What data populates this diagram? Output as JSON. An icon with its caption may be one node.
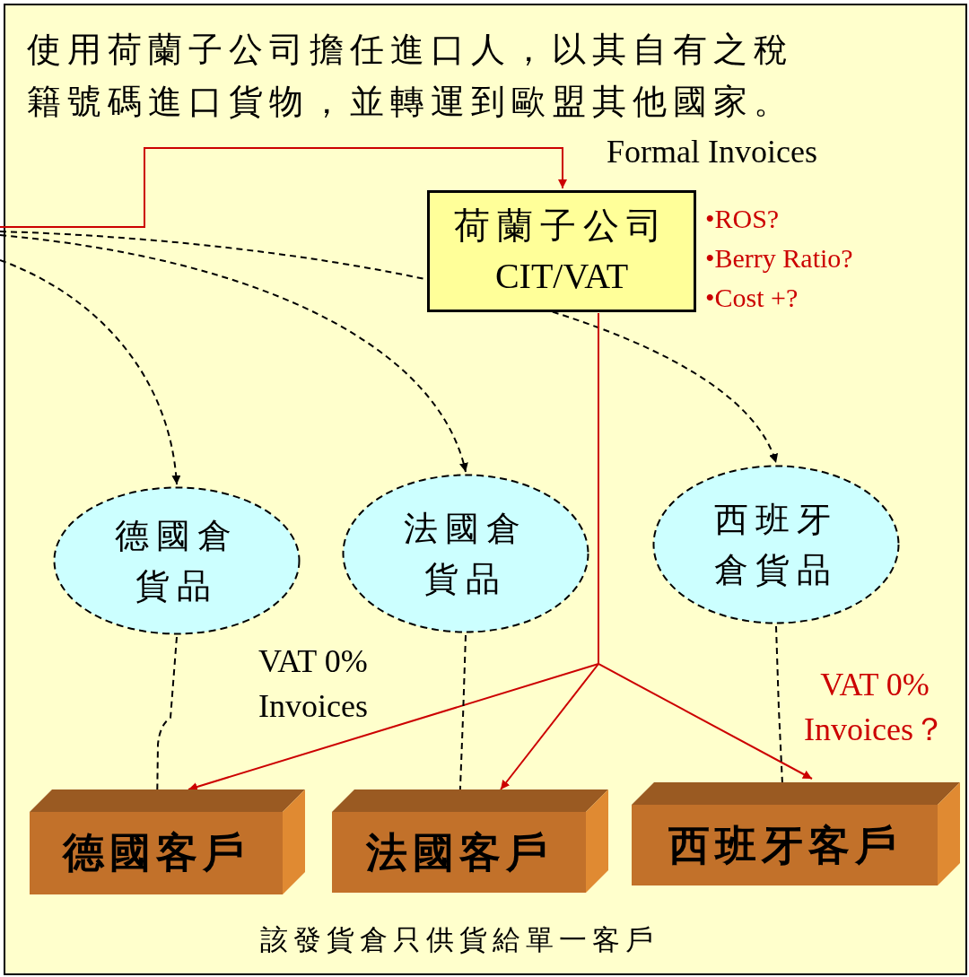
{
  "diagram": {
    "title": "使用荷蘭子公司擔任進口人，以其自有之稅籍號碼進口貨物，並轉運到歐盟其他國家。",
    "caption": "該發貨倉只供貨給單一客戶",
    "nodes": [
      {
        "text": [
          "荷蘭子公司",
          "CIT/VAT"
        ],
        "beside": [
          "•ROS?",
          "•Berry Ratio?",
          "•Cost +?"
        ]
      },
      {
        "text": [
          "德國倉貨品"
        ]
      },
      {
        "text": [
          "法國倉貨品"
        ]
      },
      {
        "text": [
          "西班牙倉貨品"
        ]
      },
      {
        "text": [
          "德國客戶"
        ]
      },
      {
        "text": [
          "法國客戶"
        ]
      },
      {
        "text": [
          "西班牙客戶"
        ]
      }
    ],
    "edges": [
      {
        "from": null,
        "to": 0,
        "arrow": "to",
        "color": "#cc0000",
        "label": "Formal Invoices"
      },
      {
        "from": null,
        "to": 1,
        "arrow": "to",
        "style": "dashed"
      },
      {
        "from": null,
        "to": 2,
        "arrow": "to",
        "style": "dashed"
      },
      {
        "from": null,
        "to": 3,
        "arrow": "to",
        "style": "dashed"
      },
      {
        "from": 0,
        "to": 4,
        "arrow": "to",
        "color": "#cc0000"
      },
      {
        "from": 0,
        "to": 5,
        "arrow": "to",
        "color": "#cc0000"
      },
      {
        "from": 0,
        "to": 6,
        "arrow": "to",
        "color": "#cc0000"
      },
      {
        "from": 1,
        "to": 4,
        "arrow": "to",
        "style": "dashed"
      },
      {
        "from": 2,
        "to": 5,
        "arrow": "to",
        "style": "dashed"
      },
      {
        "from": 3,
        "to": 6,
        "arrow": "to",
        "style": "dashed"
      }
    ],
    "labels": [
      "VAT 0% Invoices",
      "VAT 0% Invoices？"
    ]
  }
}
